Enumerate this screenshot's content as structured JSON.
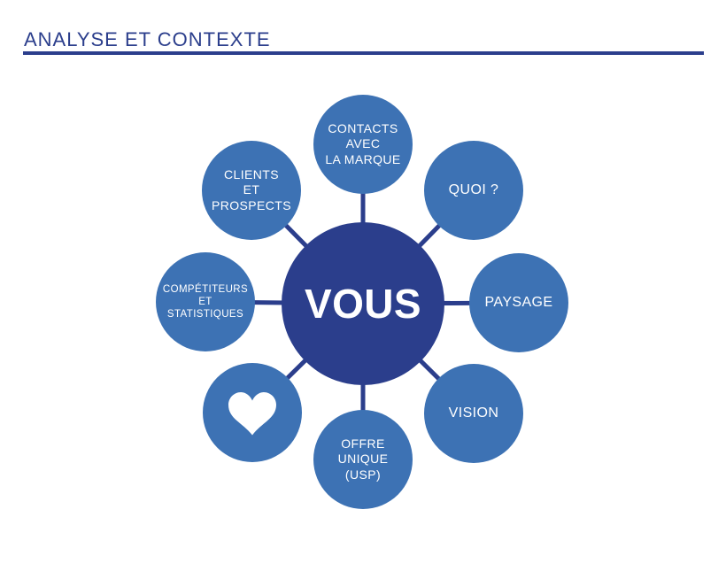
{
  "header": {
    "title": "ANALYSE ET CONTEXTE"
  },
  "colors": {
    "navy": "#2B3E8C",
    "satellite_blue": "#3D72B4",
    "text_on_circles": "#FFFFFF",
    "background": "#FFFFFF"
  },
  "diagram": {
    "center": {
      "label": "VOUS"
    },
    "nodes": [
      {
        "id": "contacts-avec-la-marque",
        "label": "CONTACTS\nAVEC\nLA MARQUE"
      },
      {
        "id": "quoi",
        "label": "QUOI ?"
      },
      {
        "id": "paysage",
        "label": "PAYSAGE"
      },
      {
        "id": "vision",
        "label": "VISION"
      },
      {
        "id": "offre-unique-usp",
        "label": "OFFRE\nUNIQUE\n(USP)"
      },
      {
        "id": "coeur",
        "label": "",
        "icon": "heart-icon"
      },
      {
        "id": "competiteurs-et-statistiques",
        "label": "COMPÉTITEURS\nET\nSTATISTIQUES"
      },
      {
        "id": "clients-et-prospects",
        "label": "CLIENTS\nET\nPROSPECTS"
      }
    ]
  }
}
